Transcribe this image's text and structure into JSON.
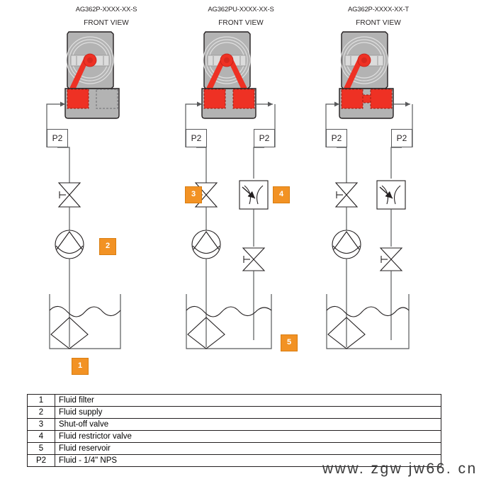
{
  "diagram": {
    "title_line_label": "FRONT VIEW",
    "columns": [
      {
        "model": "AG362P-XXXX-XX-S",
        "view": "FRONT VIEW",
        "ports": [
          "P2"
        ],
        "callouts": [
          "1",
          "2"
        ]
      },
      {
        "model": "AG362PU-XXXX-XX-S",
        "view": "FRONT VIEW",
        "ports": [
          "P2",
          "P2"
        ],
        "callouts": [
          "3",
          "4",
          "5"
        ]
      },
      {
        "model": "AG362P-XXXX-XX-T",
        "view": "FRONT VIEW",
        "ports": [
          "P2",
          "P2"
        ],
        "callouts": []
      }
    ],
    "colors": {
      "fluid_red": "#ee3124",
      "body_gray": "#b3b3b3",
      "line_gray": "#58595b",
      "callout_orange": "#f29224",
      "callout_border": "#d97d10"
    },
    "symbols": {
      "shutoff_valve": "bowtie-valve-icon",
      "restrictor_valve": "restrictor-valve-icon",
      "pump": "pump-icon",
      "filter": "diamond-filter-icon",
      "reservoir": "reservoir-icon",
      "flow_arrow": "flow-arrow-icon"
    }
  },
  "legend": {
    "rows": [
      {
        "num": "1",
        "desc": "Fluid filter"
      },
      {
        "num": "2",
        "desc": "Fluid supply"
      },
      {
        "num": "3",
        "desc": "Shut-off valve"
      },
      {
        "num": "4",
        "desc": "Fluid restrictor valve"
      },
      {
        "num": "5",
        "desc": "Fluid reservoir"
      },
      {
        "num": "P2",
        "desc": "Fluid - 1/4\" NPS"
      }
    ]
  },
  "watermark": {
    "text": "www. zgw jw66. cn"
  }
}
